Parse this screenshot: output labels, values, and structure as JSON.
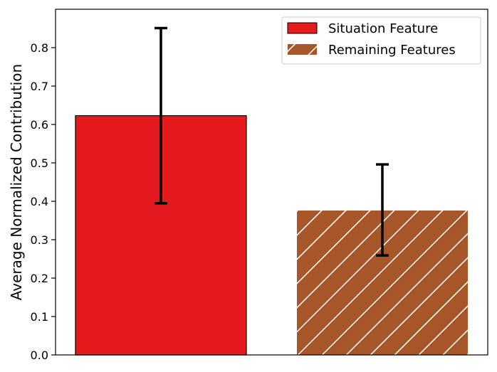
{
  "chart_data": {
    "type": "bar",
    "title": "",
    "xlabel": "",
    "ylabel": "Average Normalized Contribution",
    "ylim": [
      0,
      0.9
    ],
    "yticks": [
      0.0,
      0.1,
      0.2,
      0.3,
      0.4,
      0.5,
      0.6,
      0.7,
      0.8
    ],
    "ytick_labels": [
      "0.0",
      "0.1",
      "0.2",
      "0.3",
      "0.4",
      "0.5",
      "0.6",
      "0.7",
      "0.8"
    ],
    "grid": false,
    "legend_position": "top-right",
    "series": [
      {
        "name": "Situation Feature",
        "value": 0.623,
        "error_low": 0.395,
        "error_high": 0.851,
        "color": "#e41a1c",
        "hatch": false
      },
      {
        "name": "Remaining Features",
        "value": 0.376,
        "error_low": 0.259,
        "error_high": 0.496,
        "color": "#a65628",
        "hatch": true
      }
    ]
  }
}
